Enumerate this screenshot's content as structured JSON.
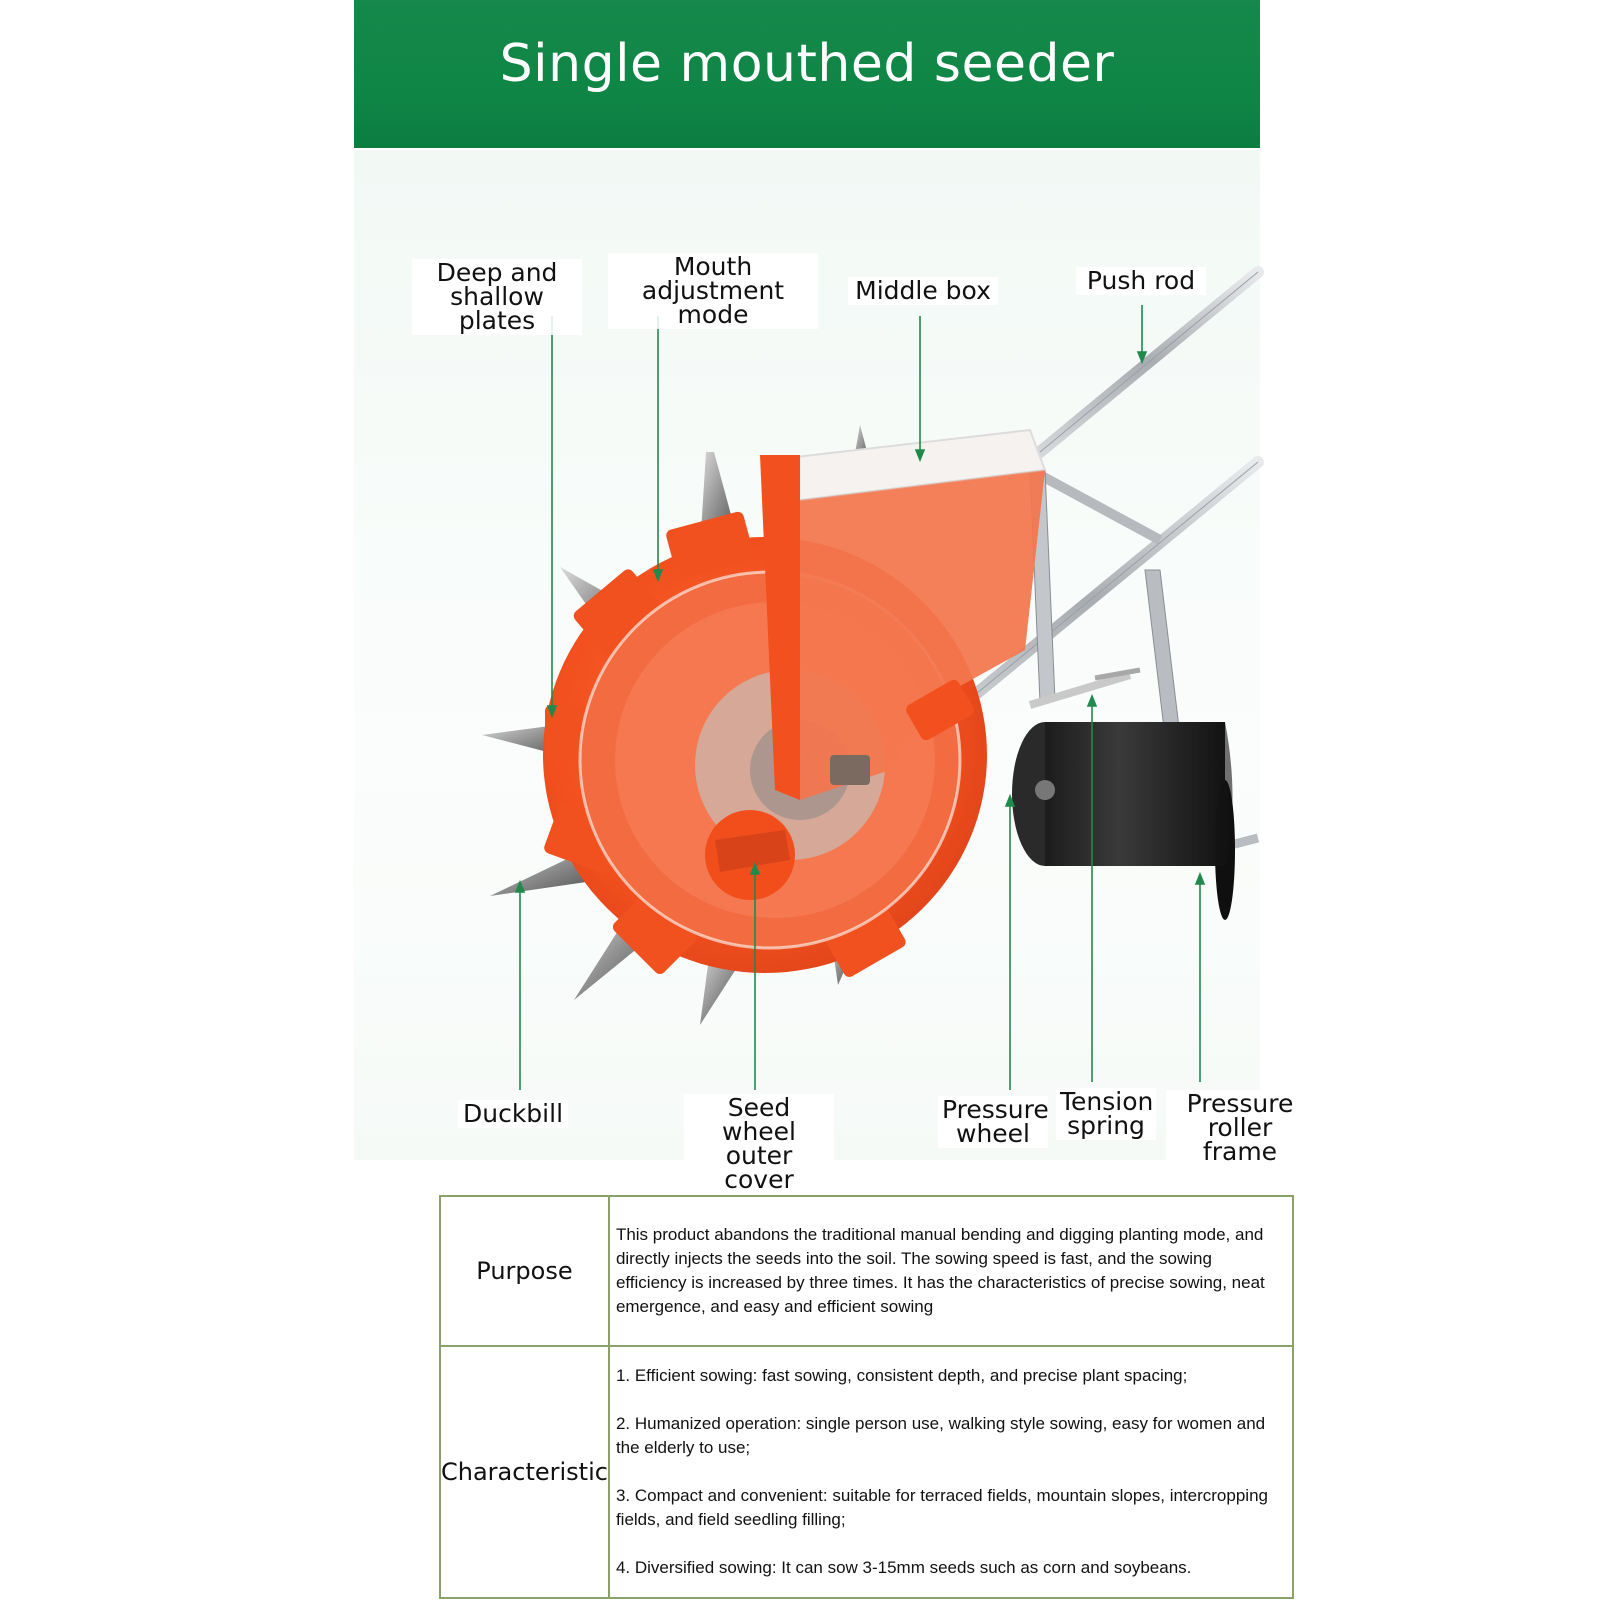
{
  "banner": {
    "title": "Single mouthed seeder"
  },
  "labels": {
    "deep_shallow_1": "Deep and",
    "deep_shallow_2": "shallow plates",
    "mouth_1": "Mouth",
    "mouth_2": "adjustment mode",
    "middle_box": "Middle box",
    "push_rod": "Push rod",
    "duckbill": "Duckbill",
    "seed_wheel_1": "Seed wheel",
    "seed_wheel_2": "outer cover",
    "pressure_wheel_1": "Pressure",
    "pressure_wheel_2": "wheel",
    "tension_1": "Tension",
    "tension_2": "spring",
    "roller_frame_1": "Pressure",
    "roller_frame_2": "roller frame"
  },
  "colors": {
    "banner_green": "#0f8646",
    "seeder_orange": "#f2501e",
    "callout_line": "#1f8a4c",
    "table_border": "#8aa26a"
  },
  "table": {
    "purpose_label": "Purpose",
    "purpose_text": "This product abandons the traditional manual bending and digging planting mode, and directly injects the seeds into the soil. The sowing speed is fast, and the sowing efficiency is increased by three times. It has the characteristics of precise sowing, neat emergence, and easy and efficient sowing",
    "characteristic_label": "Characteristic",
    "characteristics": [
      "1. Efficient sowing: fast sowing, consistent depth, and precise plant spacing;",
      "2. Humanized operation: single person use, walking style sowing, easy for women and the elderly to use;",
      "3. Compact and convenient: suitable for terraced fields, mountain slopes, intercropping fields, and field seedling filling;",
      "4. Diversified sowing: It can sow 3-15mm seeds such as corn and soybeans."
    ]
  }
}
